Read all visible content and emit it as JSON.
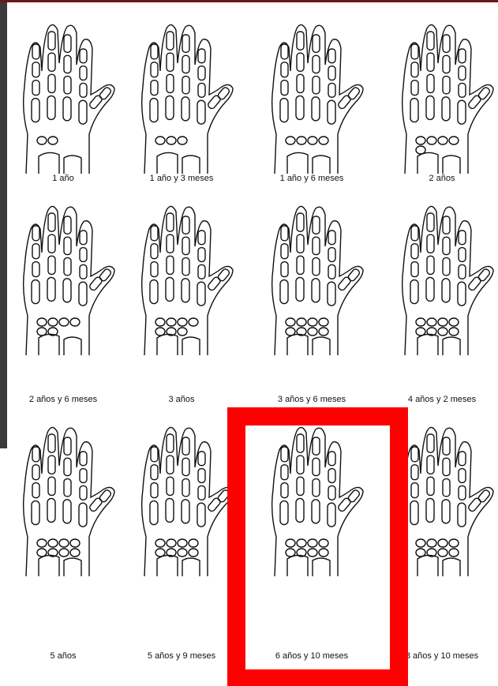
{
  "figure": {
    "panels": [
      {
        "label": "1 año"
      },
      {
        "label": "1 año y 3 meses"
      },
      {
        "label": "1 año y 6 meses"
      },
      {
        "label": "2 años"
      },
      {
        "label": "2 años y 6 meses"
      },
      {
        "label": "3 años"
      },
      {
        "label": "3 años y 6 meses"
      },
      {
        "label": "4 años y 2 meses"
      },
      {
        "label": "5 años"
      },
      {
        "label": "5 años y 9 meses"
      },
      {
        "label": "6 años y 10 meses"
      },
      {
        "label": "8 años y 10 meses"
      }
    ],
    "highlight": {
      "color": "#ff0000",
      "target_label": "6 años y 10 meses"
    }
  }
}
